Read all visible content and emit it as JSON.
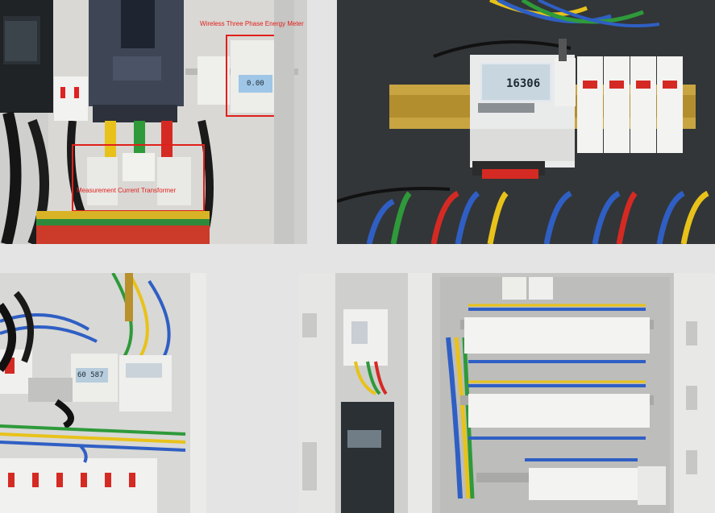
{
  "photos": {
    "top_left": {
      "annotations": {
        "meter_label": "Wireless Three Phase Energy Meter",
        "ct_label": "Measurement Current Transformer"
      },
      "lcd_text": "0.00"
    },
    "top_right": {
      "lcd_text": "16306"
    },
    "bottom_left": {
      "lcd_text": "60 587"
    },
    "bottom_right": {}
  },
  "colors": {
    "annotation_red": "#e0201b",
    "background": "#e4e4e4",
    "wire_yellow": "#e8c21a",
    "wire_green": "#2e9a3a",
    "wire_red": "#d52a23",
    "wire_blue": "#2f5fc4"
  }
}
